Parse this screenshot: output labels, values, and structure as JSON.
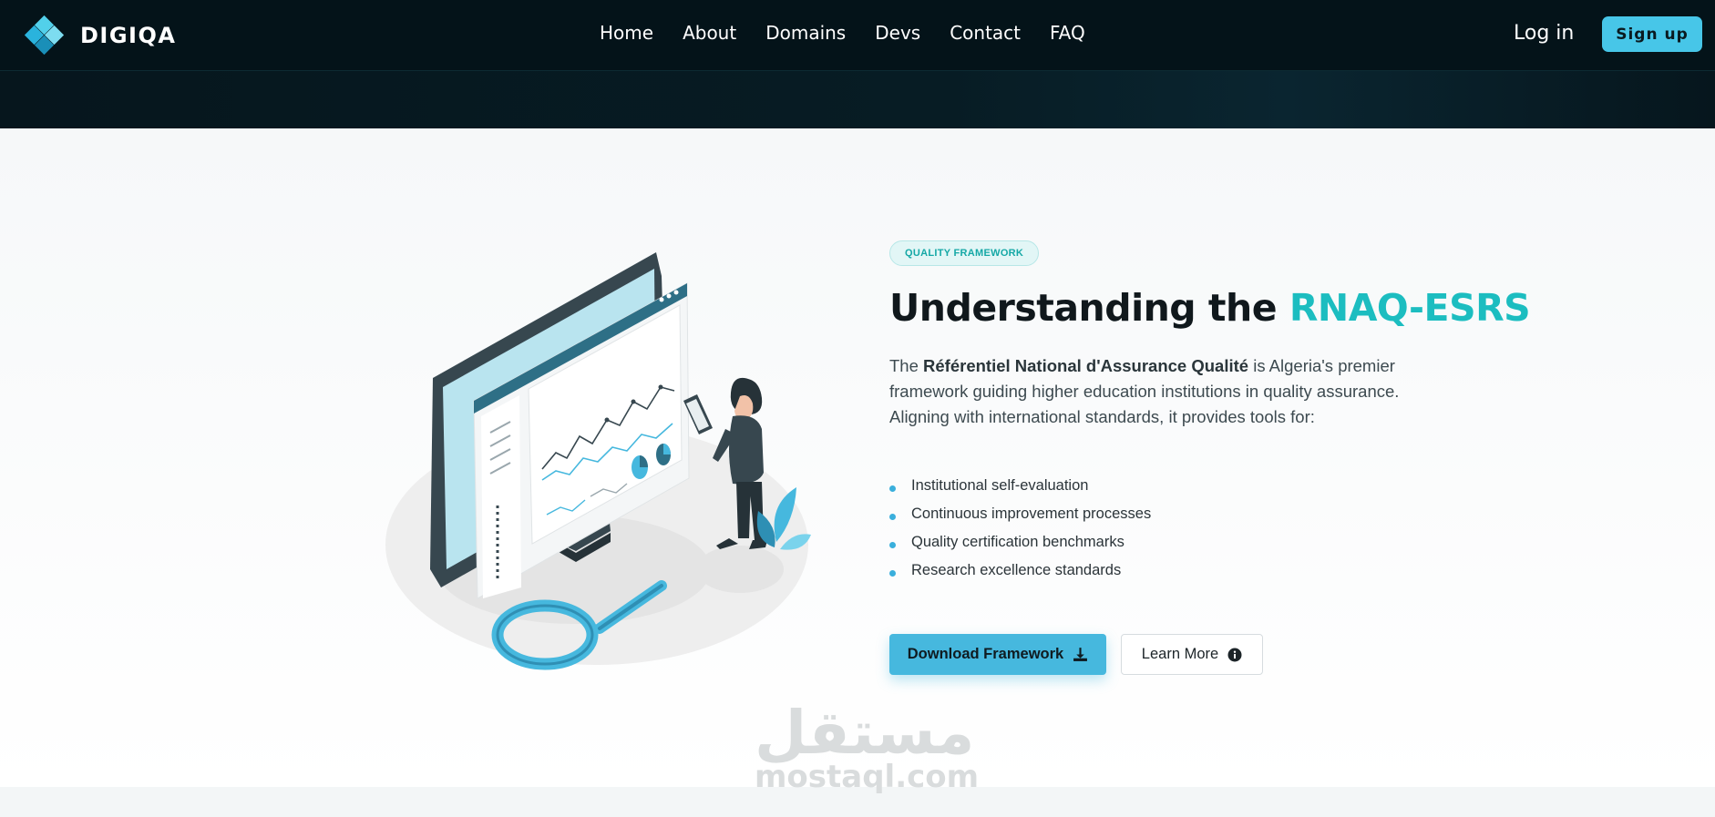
{
  "brand": {
    "name": "DIGIQA",
    "logo_icon": "diamond-grid-logo",
    "logo_colors": [
      "#2ab3dd",
      "#52d0ea",
      "#1a8fb8",
      "#7ddcf0"
    ]
  },
  "nav": {
    "links": [
      "Home",
      "About",
      "Domains",
      "Devs",
      "Contact",
      "FAQ"
    ],
    "login_label": "Log in",
    "signup_label": "Sign up"
  },
  "hero": {
    "badge": "QUALITY FRAMEWORK",
    "headline_prefix": "Understanding the",
    "headline_accent": "RNAQ-ESRS",
    "description_prefix": "The",
    "description_bold": "Référentiel National d'Assurance Qualité",
    "description_suffix": "is Algeria's premier framework guiding higher education institutions in quality assurance. Aligning with international standards, it provides tools for:",
    "features": [
      "Institutional self-evaluation",
      "Continuous improvement processes",
      "Quality certification benchmarks",
      "Research excellence standards"
    ],
    "primary_button": {
      "label": "Download Framework",
      "icon": "download-icon"
    },
    "secondary_button": {
      "label": "Learn More",
      "icon": "info-circle-icon"
    },
    "illustration_icon": "analytics-dashboard-illustration"
  },
  "watermark": {
    "arabic": "مستقل",
    "latin": "mostaql.com"
  },
  "colors": {
    "accent": "#1cbdc0",
    "primary_button": "#46b8de",
    "header_bg": "#041319"
  }
}
